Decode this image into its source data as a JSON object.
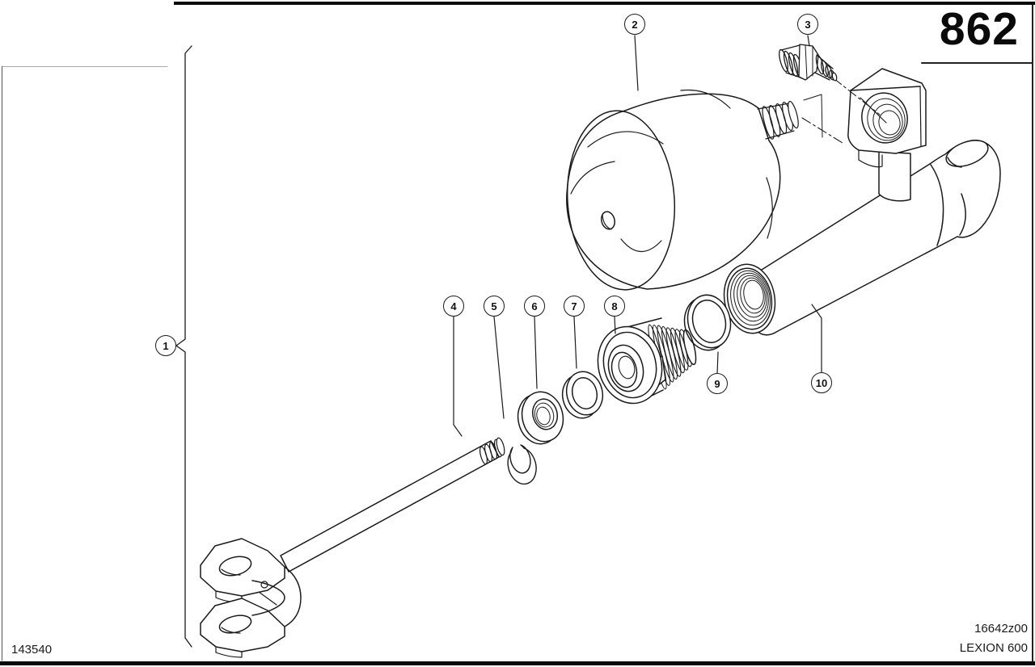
{
  "page": {
    "number": "862",
    "footer_left_code": "143540",
    "figure_code": "16642z00",
    "model": "LEXION 600"
  },
  "diagram": {
    "description": "Exploded line-art view of a hydraulic cylinder with pressure accumulator, fittings, seal rings, gland nut, piston rod and clevis"
  },
  "callouts": [
    {
      "label": "1"
    },
    {
      "label": "2"
    },
    {
      "label": "3"
    },
    {
      "label": "4"
    },
    {
      "label": "5"
    },
    {
      "label": "6"
    },
    {
      "label": "7"
    },
    {
      "label": "8"
    },
    {
      "label": "9"
    },
    {
      "label": "10"
    }
  ]
}
